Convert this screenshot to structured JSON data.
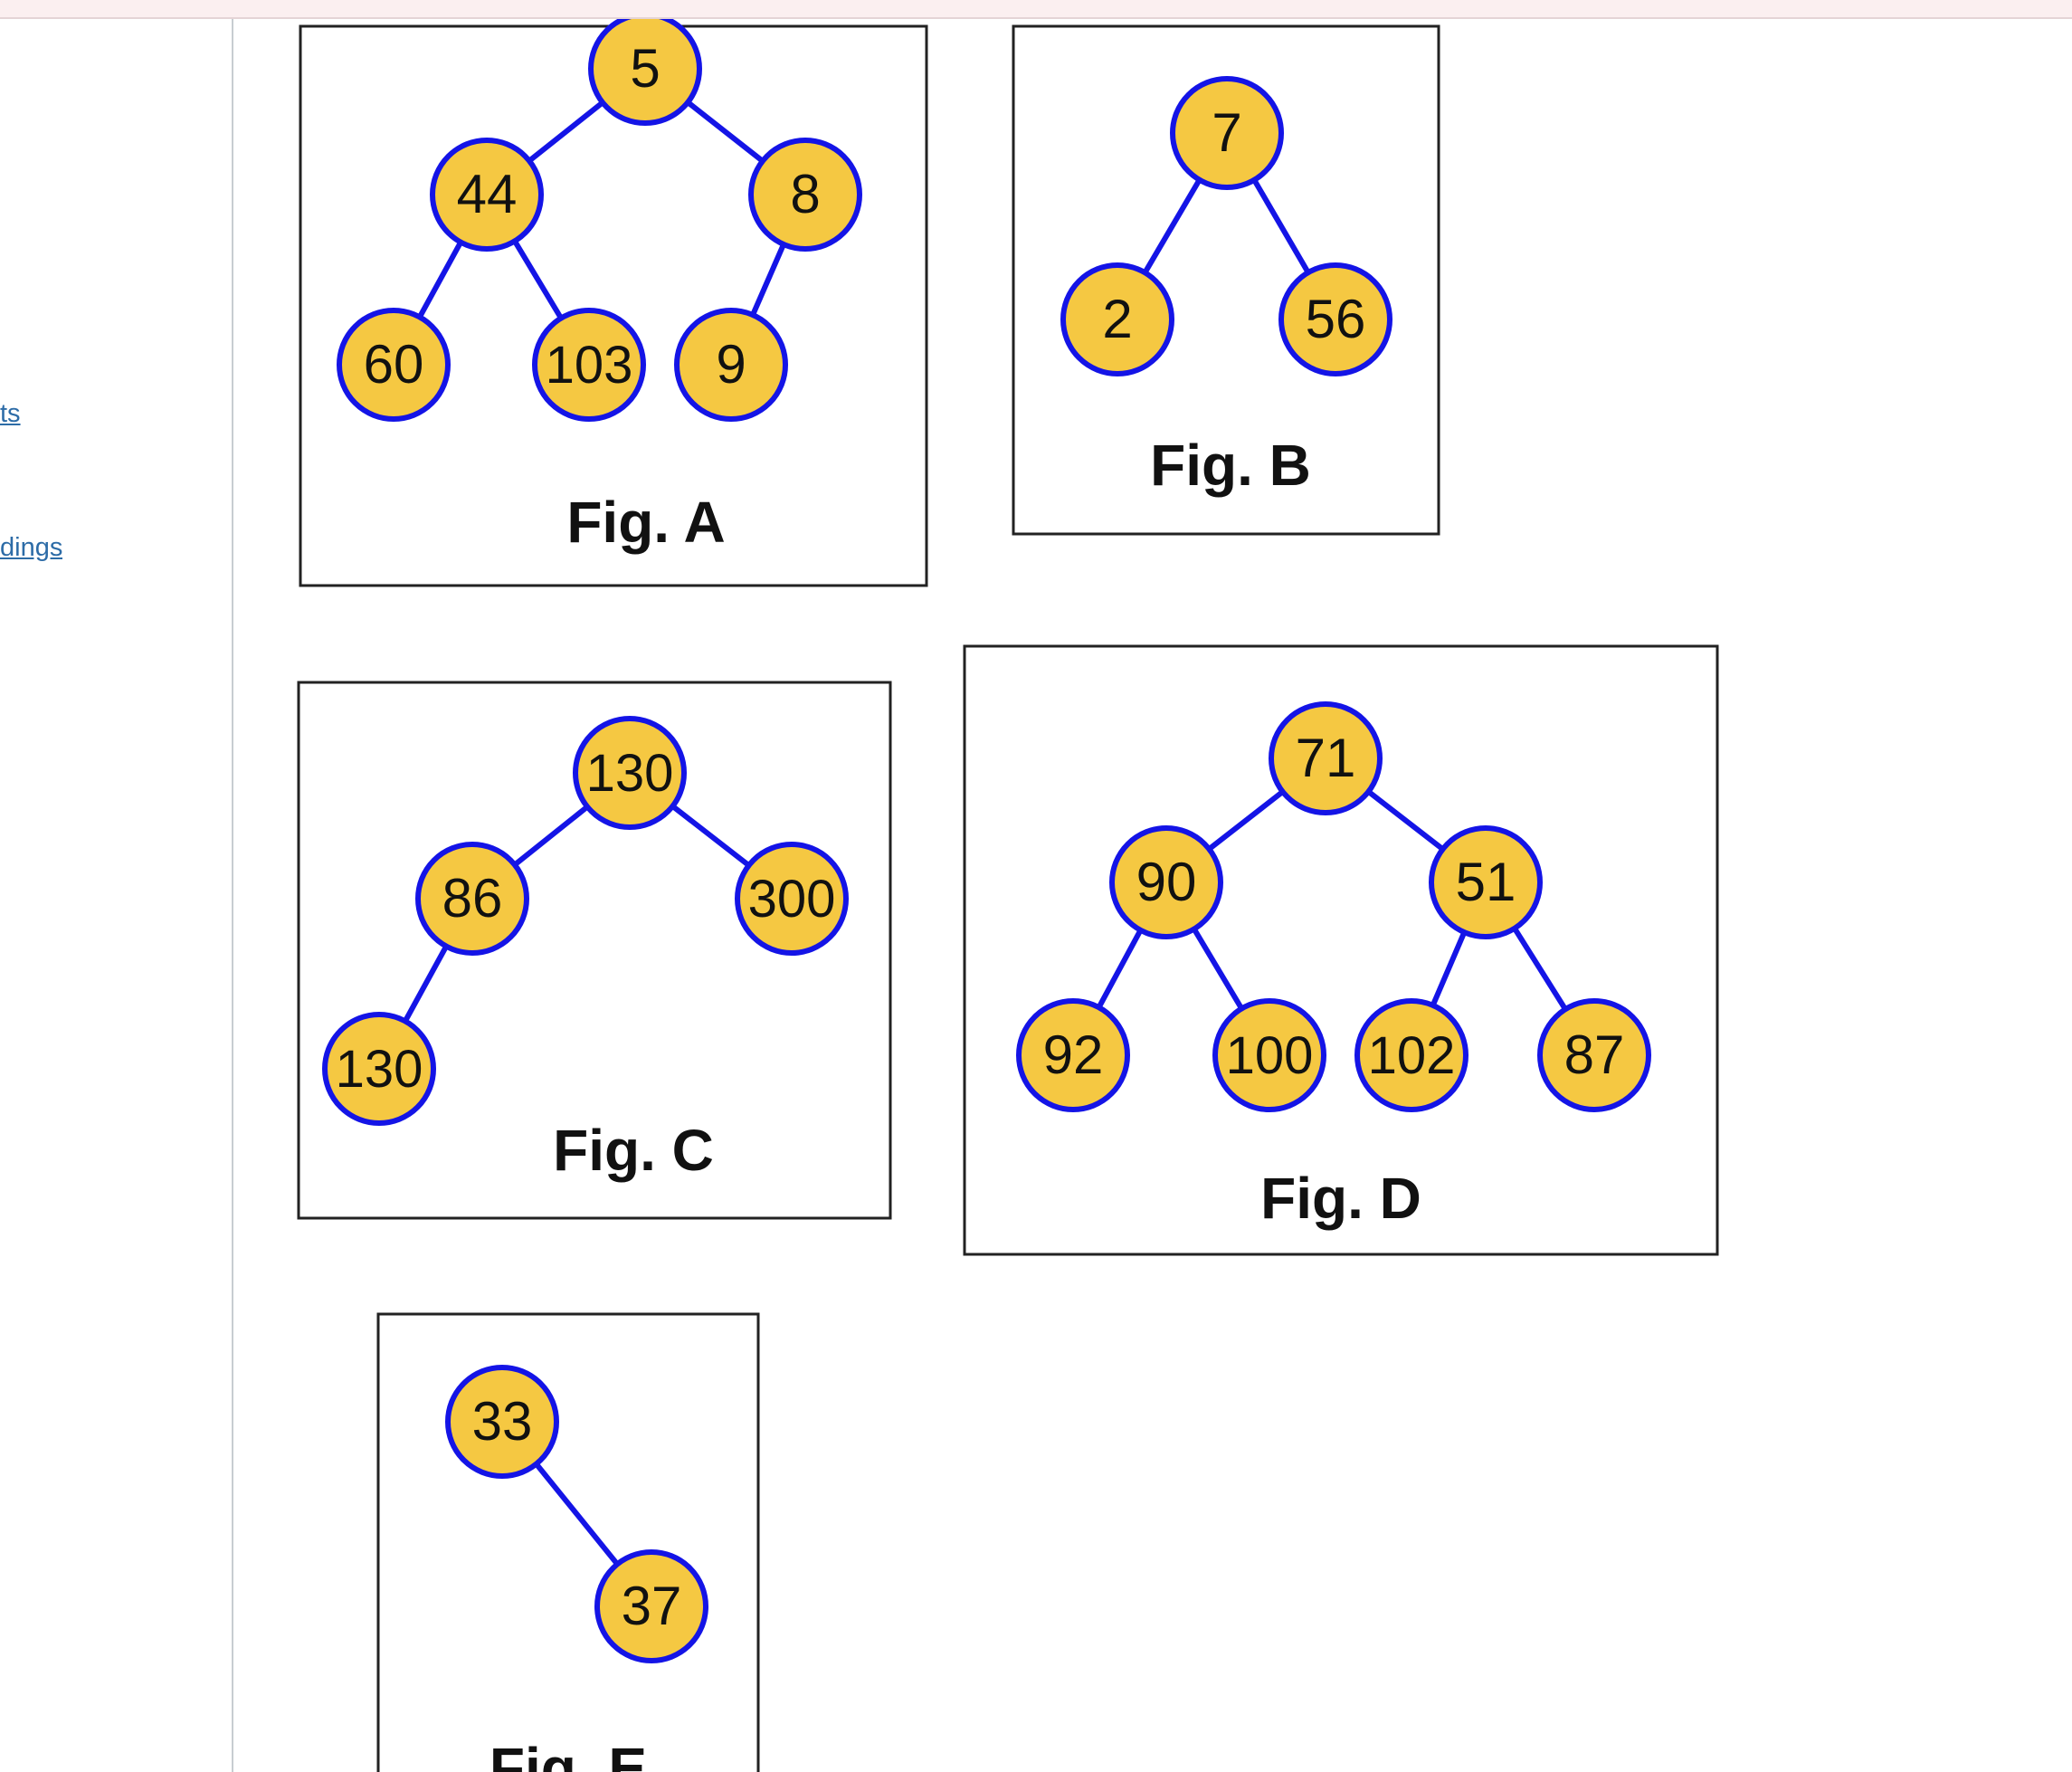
{
  "sidebar": {
    "links": [
      {
        "id": "link-1",
        "label": "ts"
      },
      {
        "id": "link-2",
        "label": "dings"
      }
    ]
  },
  "colors": {
    "node_fill": "#f5c842",
    "node_stroke": "#1414e6",
    "edge": "#1414e6",
    "frame": "#222222",
    "sidebar_link": "#2d6ca7"
  },
  "figures": [
    {
      "id": "fig-a",
      "caption": "Fig. A",
      "nodes": [
        {
          "id": "a-5",
          "value": "5"
        },
        {
          "id": "a-44",
          "value": "44"
        },
        {
          "id": "a-8",
          "value": "8"
        },
        {
          "id": "a-60",
          "value": "60"
        },
        {
          "id": "a-103",
          "value": "103"
        },
        {
          "id": "a-9",
          "value": "9"
        }
      ],
      "edges": [
        [
          "a-5",
          "a-44"
        ],
        [
          "a-5",
          "a-8"
        ],
        [
          "a-44",
          "a-60"
        ],
        [
          "a-44",
          "a-103"
        ],
        [
          "a-8",
          "a-9"
        ]
      ]
    },
    {
      "id": "fig-b",
      "caption": "Fig. B",
      "nodes": [
        {
          "id": "b-7",
          "value": "7"
        },
        {
          "id": "b-2",
          "value": "2"
        },
        {
          "id": "b-56",
          "value": "56"
        }
      ],
      "edges": [
        [
          "b-7",
          "b-2"
        ],
        [
          "b-7",
          "b-56"
        ]
      ]
    },
    {
      "id": "fig-c",
      "caption": "Fig. C",
      "nodes": [
        {
          "id": "c-130-root",
          "value": "130"
        },
        {
          "id": "c-86",
          "value": "86"
        },
        {
          "id": "c-300",
          "value": "300"
        },
        {
          "id": "c-130-leaf",
          "value": "130"
        }
      ],
      "edges": [
        [
          "c-130-root",
          "c-86"
        ],
        [
          "c-130-root",
          "c-300"
        ],
        [
          "c-86",
          "c-130-leaf"
        ]
      ]
    },
    {
      "id": "fig-d",
      "caption": "Fig. D",
      "nodes": [
        {
          "id": "d-71",
          "value": "71"
        },
        {
          "id": "d-90",
          "value": "90"
        },
        {
          "id": "d-51",
          "value": "51"
        },
        {
          "id": "d-92",
          "value": "92"
        },
        {
          "id": "d-100",
          "value": "100"
        },
        {
          "id": "d-102",
          "value": "102"
        },
        {
          "id": "d-87",
          "value": "87"
        }
      ],
      "edges": [
        [
          "d-71",
          "d-90"
        ],
        [
          "d-71",
          "d-51"
        ],
        [
          "d-90",
          "d-92"
        ],
        [
          "d-90",
          "d-100"
        ],
        [
          "d-51",
          "d-102"
        ],
        [
          "d-51",
          "d-87"
        ]
      ]
    },
    {
      "id": "fig-e",
      "caption": "Fig. E",
      "nodes": [
        {
          "id": "e-33",
          "value": "33"
        },
        {
          "id": "e-37",
          "value": "37"
        }
      ],
      "edges": [
        [
          "e-33",
          "e-37"
        ]
      ]
    }
  ]
}
